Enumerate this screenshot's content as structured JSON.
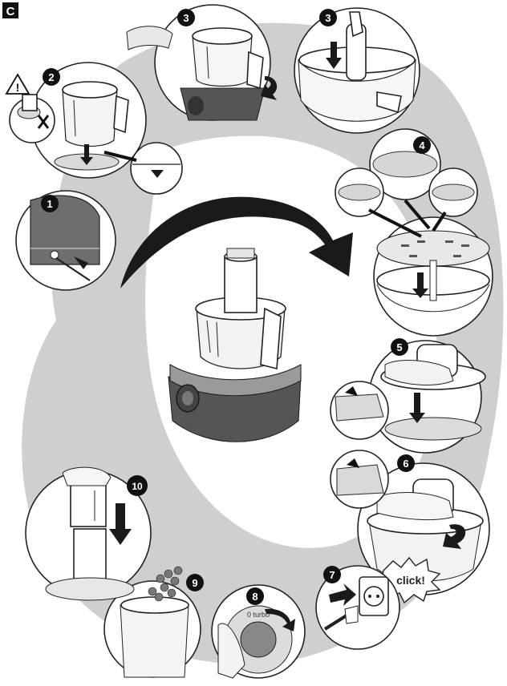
{
  "figure": {
    "section_label": "C",
    "warning_symbol": "!",
    "click_label": "click!",
    "dial_label": "0 turbo"
  },
  "steps": [
    {
      "number": "1"
    },
    {
      "number": "2"
    },
    {
      "number": "3"
    },
    {
      "number": "3"
    },
    {
      "number": "4"
    },
    {
      "number": "5"
    },
    {
      "number": "6"
    },
    {
      "number": "7"
    },
    {
      "number": "8"
    },
    {
      "number": "9"
    },
    {
      "number": "10"
    }
  ],
  "icons": {
    "warning": "warning-triangle-icon",
    "prohibited": "cross-mark-icon",
    "main_arrow": "curved-arrow-icon",
    "down_arrow": "down-arrow-icon",
    "rotate_arrow": "rotate-arrow-icon"
  },
  "colors": {
    "badge": "#111111",
    "ring_shadow": "#bdbdbd",
    "outline": "#222222",
    "appliance_body": "#8a8a8a"
  }
}
